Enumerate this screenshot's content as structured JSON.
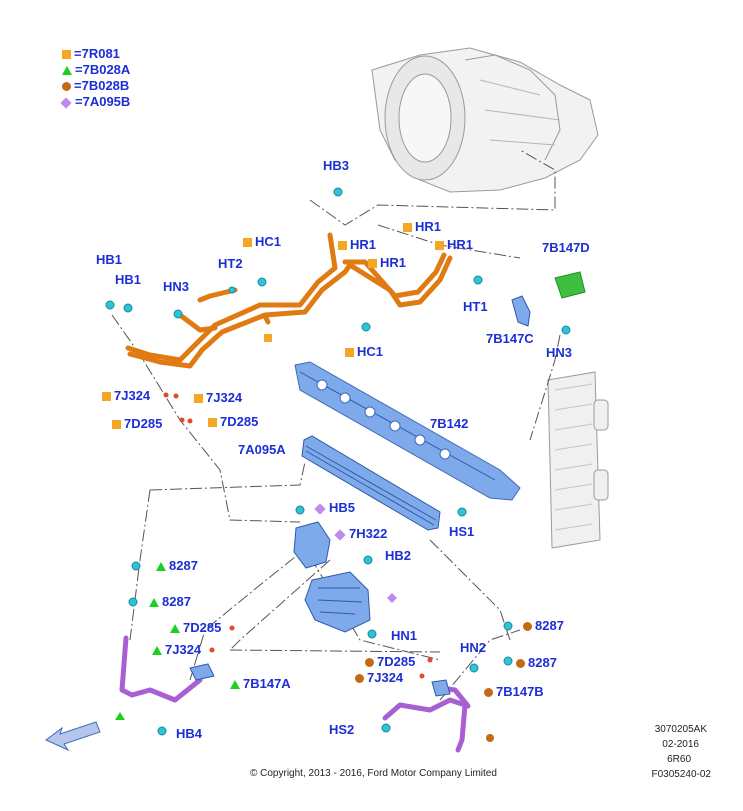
{
  "legend": [
    {
      "marker": "square",
      "label": "=7R081"
    },
    {
      "marker": "triangle",
      "label": "=7B028A"
    },
    {
      "marker": "circle",
      "label": "=7B028B"
    },
    {
      "marker": "diamond",
      "label": "=7A095B"
    }
  ],
  "colors": {
    "label": "#1c2fd6",
    "square": "#f5a623",
    "triangle": "#1fcf1f",
    "circle": "#c46a14",
    "diamond": "#c08be8",
    "orange_pipe": "#e07a12",
    "purple_pipe": "#a95fd4",
    "blue_part": "#6f9ee6",
    "cyan_fastener": "#2ec4d6",
    "green_module": "#3fbf3f"
  },
  "labels": {
    "hb3": "HB3",
    "hr1_a": "HR1",
    "hr1_b": "HR1",
    "hr1_c": "HR1",
    "hr1_d": "HR1",
    "hc1_top": "HC1",
    "hc1_bottom": "HC1",
    "hb1_a": "HB1",
    "hb1_b": "HB1",
    "hn3_left": "HN3",
    "ht2": "HT2",
    "b147d": "7B147D",
    "ht1": "HT1",
    "b147c": "7B147C",
    "hn3_right": "HN3",
    "j324_a": "7J324",
    "j324_b": "7J324",
    "d285_a": "7D285",
    "d285_b": "7D285",
    "b142": "7B142",
    "a095a": "7A095A",
    "hs1": "HS1",
    "hb5": "HB5",
    "h322": "7H322",
    "hb2": "HB2",
    "p8287_a": "8287",
    "p8287_b": "8287",
    "d285_c": "7D285",
    "j324_c": "7J324",
    "b147a": "7B147A",
    "hb4": "HB4",
    "hn1": "HN1",
    "p8287_c": "8287",
    "hn2": "HN2",
    "p8287_d": "8287",
    "d285_d": "7D285",
    "j324_d": "7J324",
    "b147b": "7B147B",
    "hs2": "HS2"
  },
  "footer": {
    "copyright": "© Copyright, 2013 - 2016, Ford Motor Company Limited",
    "code1": "3070205AK",
    "code2": "02-2016",
    "code3": "6R60",
    "code4": "F0305240-02"
  }
}
